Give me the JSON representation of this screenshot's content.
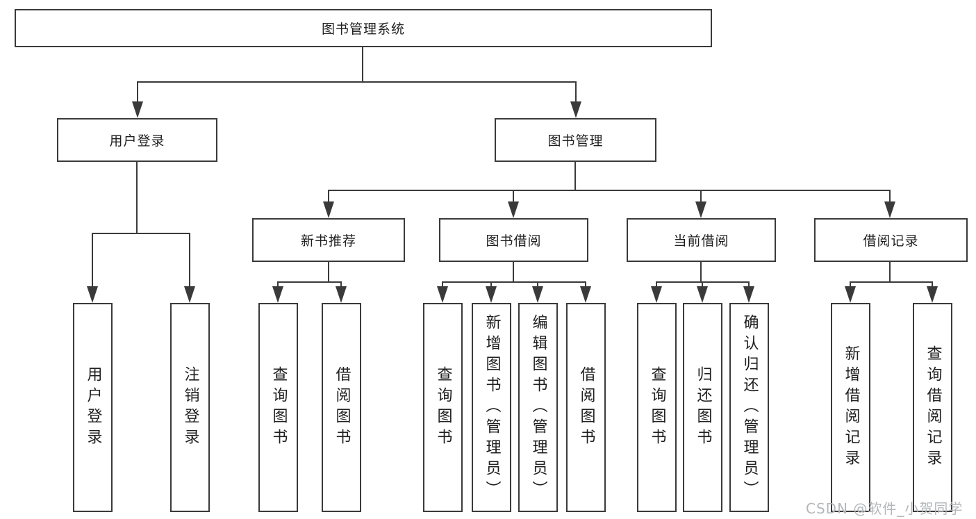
{
  "tree": {
    "label": "图书管理系统",
    "children": [
      {
        "label": "用户登录",
        "children": [
          {
            "label": "用户登录"
          },
          {
            "label": "注销登录"
          }
        ]
      },
      {
        "label": "图书管理",
        "children": [
          {
            "label": "新书推荐",
            "children": [
              {
                "label": "查询图书"
              },
              {
                "label": "借阅图书"
              }
            ]
          },
          {
            "label": "图书借阅",
            "children": [
              {
                "label": "查询图书"
              },
              {
                "label": "新增图书（管理员）"
              },
              {
                "label": "编辑图书（管理员）"
              },
              {
                "label": "借阅图书"
              }
            ]
          },
          {
            "label": "当前借阅",
            "children": [
              {
                "label": "查询图书"
              },
              {
                "label": "归还图书"
              },
              {
                "label": "确认归还（管理员）"
              }
            ]
          },
          {
            "label": "借阅记录",
            "children": [
              {
                "label": "新增借阅记录"
              },
              {
                "label": "查询借阅记录"
              }
            ]
          }
        ]
      }
    ]
  },
  "watermark": {
    "text": "CSDN @软件_小贺同学"
  },
  "colors": {
    "line": "#3a3a3a",
    "text": "#1f1f1f",
    "watermark": "#b3b7bb",
    "background": "#ffffff"
  }
}
